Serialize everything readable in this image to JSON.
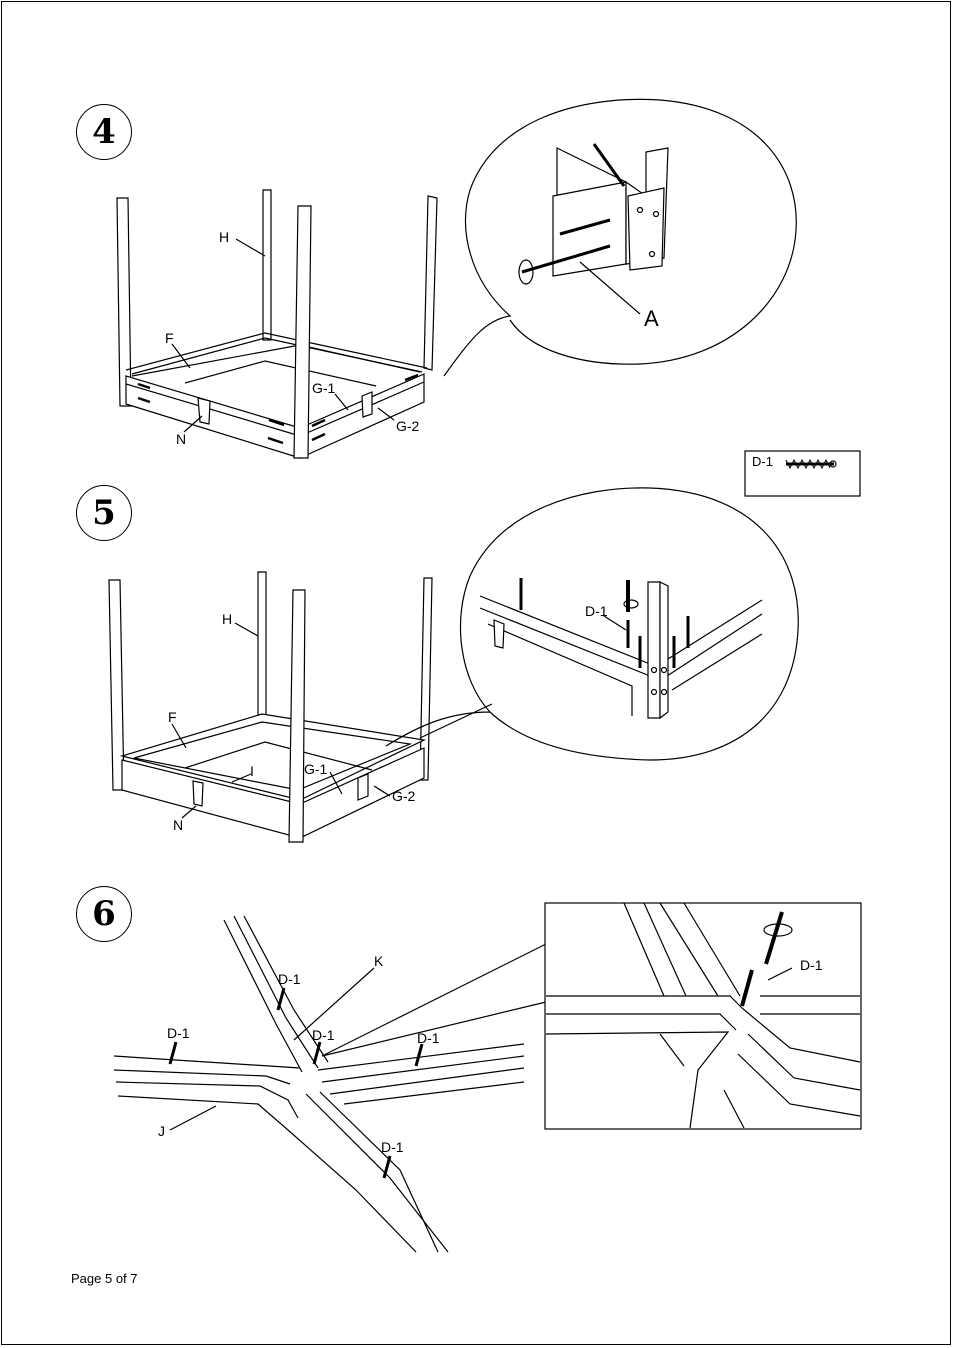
{
  "steps": [
    {
      "number": "4"
    },
    {
      "number": "5"
    },
    {
      "number": "6"
    }
  ],
  "step4": {
    "labels": {
      "h": "H",
      "f": "F",
      "g1": "G-1",
      "g2": "G-2",
      "n": "N",
      "detail": "A"
    }
  },
  "hardware_box": {
    "label": "D-1"
  },
  "step5": {
    "labels": {
      "h": "H",
      "f": "F",
      "i": "I",
      "g1": "G-1",
      "g2": "G-2",
      "n": "N",
      "detail": "D-1"
    }
  },
  "step6": {
    "labels": {
      "k": "K",
      "j": "J",
      "screw1": "D-1",
      "screw2": "D-1",
      "screw3": "D-1",
      "screw4": "D-1",
      "screw5": "D-1",
      "detail": "D-1"
    }
  },
  "footer": {
    "page": "Page 5 of 7"
  }
}
